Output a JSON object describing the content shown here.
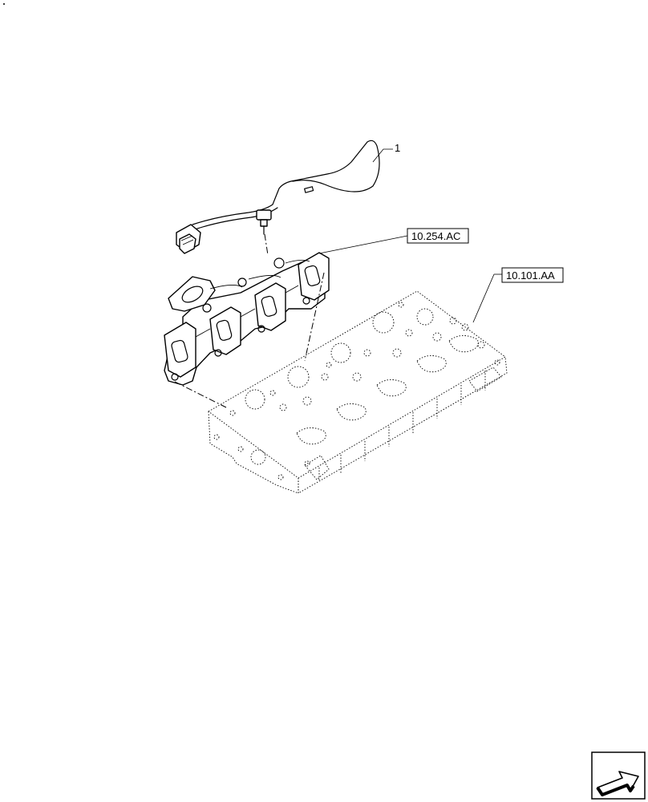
{
  "callouts": {
    "item_1": "1",
    "ref_exhaust_manifest": "10.254.AC",
    "ref_cylinder_head": "10.101.AA"
  },
  "icons": {
    "corner_dot": "dot",
    "nav_arrow": "next-page-arrow-icon"
  }
}
